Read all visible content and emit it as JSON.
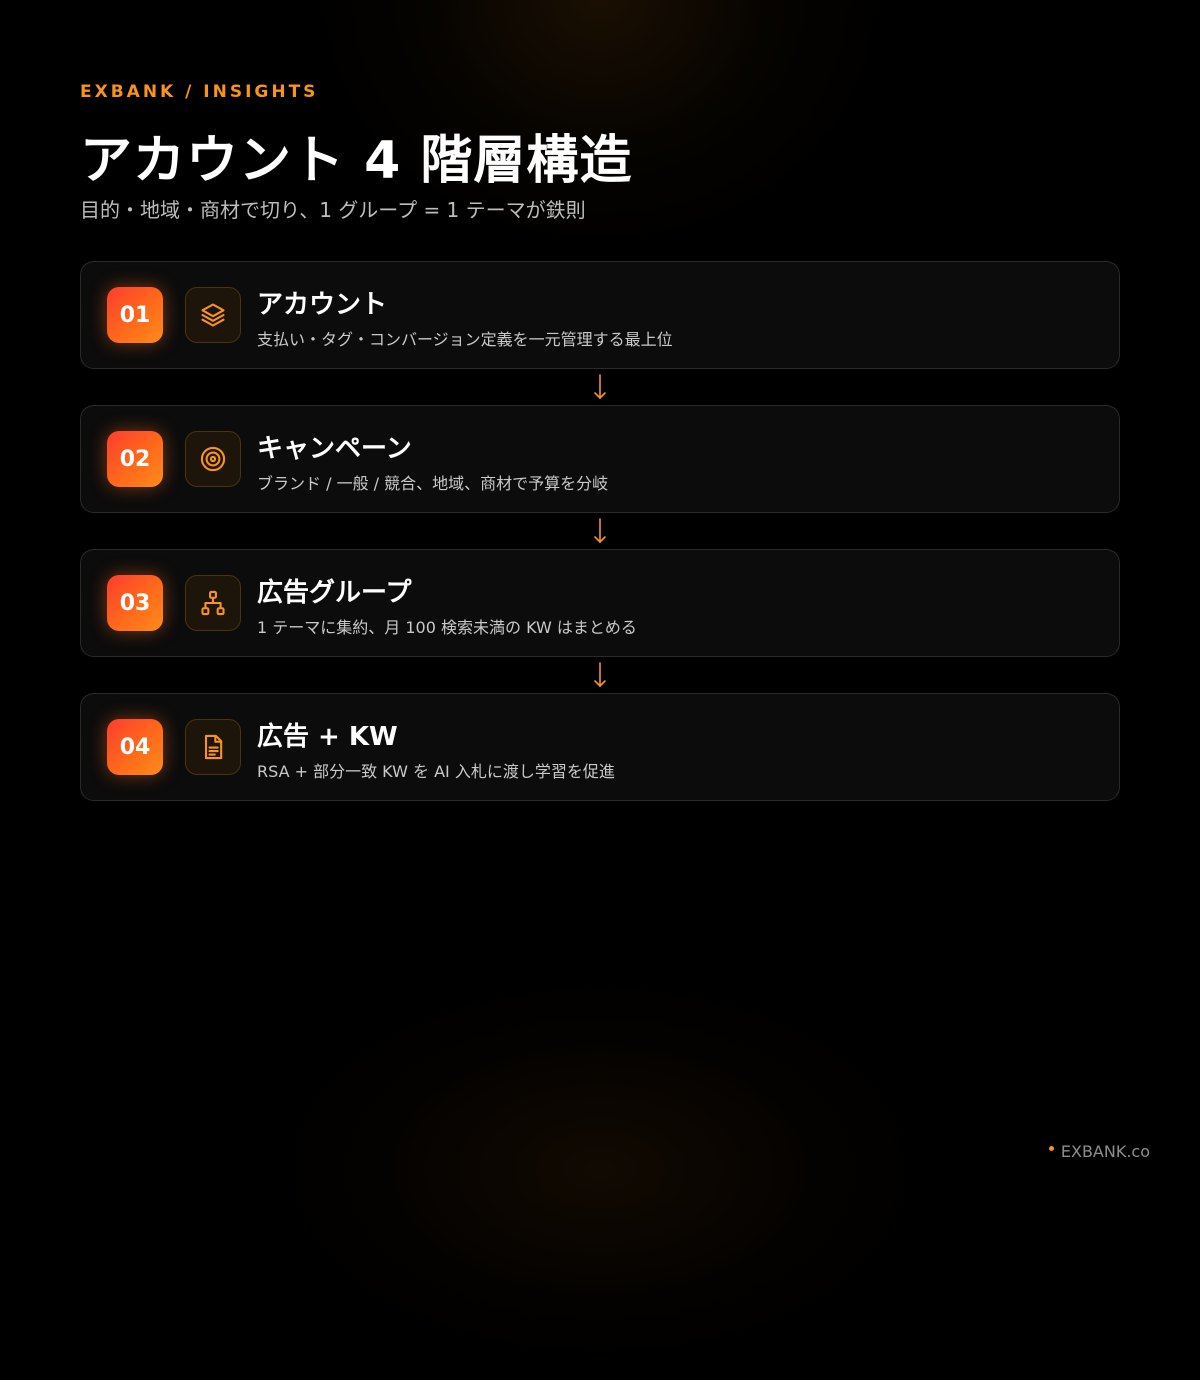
{
  "header": {
    "eyebrow": "EXBANK / INSIGHTS",
    "title": "アカウント 4 階層構造",
    "subtitle": "目的・地域・商材で切り、1 グループ = 1 テーマが鉄則"
  },
  "layers": [
    {
      "number": "01",
      "icon": "layers-icon",
      "title": "アカウント",
      "description": "支払い・タグ・コンバージョン定義を一元管理する最上位"
    },
    {
      "number": "02",
      "icon": "target-icon",
      "title": "キャンペーン",
      "description": "ブランド / 一般 / 競合、地域、商材で予算を分岐"
    },
    {
      "number": "03",
      "icon": "hierarchy-icon",
      "title": "広告グループ",
      "description": "1 テーマに集約、月 100 検索未満の KW はまとめる"
    },
    {
      "number": "04",
      "icon": "document-icon",
      "title": "広告 + KW",
      "description": "RSA + 部分一致 KW を AI 入札に渡し学習を促進"
    }
  ],
  "footer": {
    "brand": "EXBANK.co"
  },
  "colors": {
    "accent": "#f7931e",
    "badge_start": "#ff3b30",
    "badge_end": "#ff8c1a",
    "background": "#000000"
  }
}
